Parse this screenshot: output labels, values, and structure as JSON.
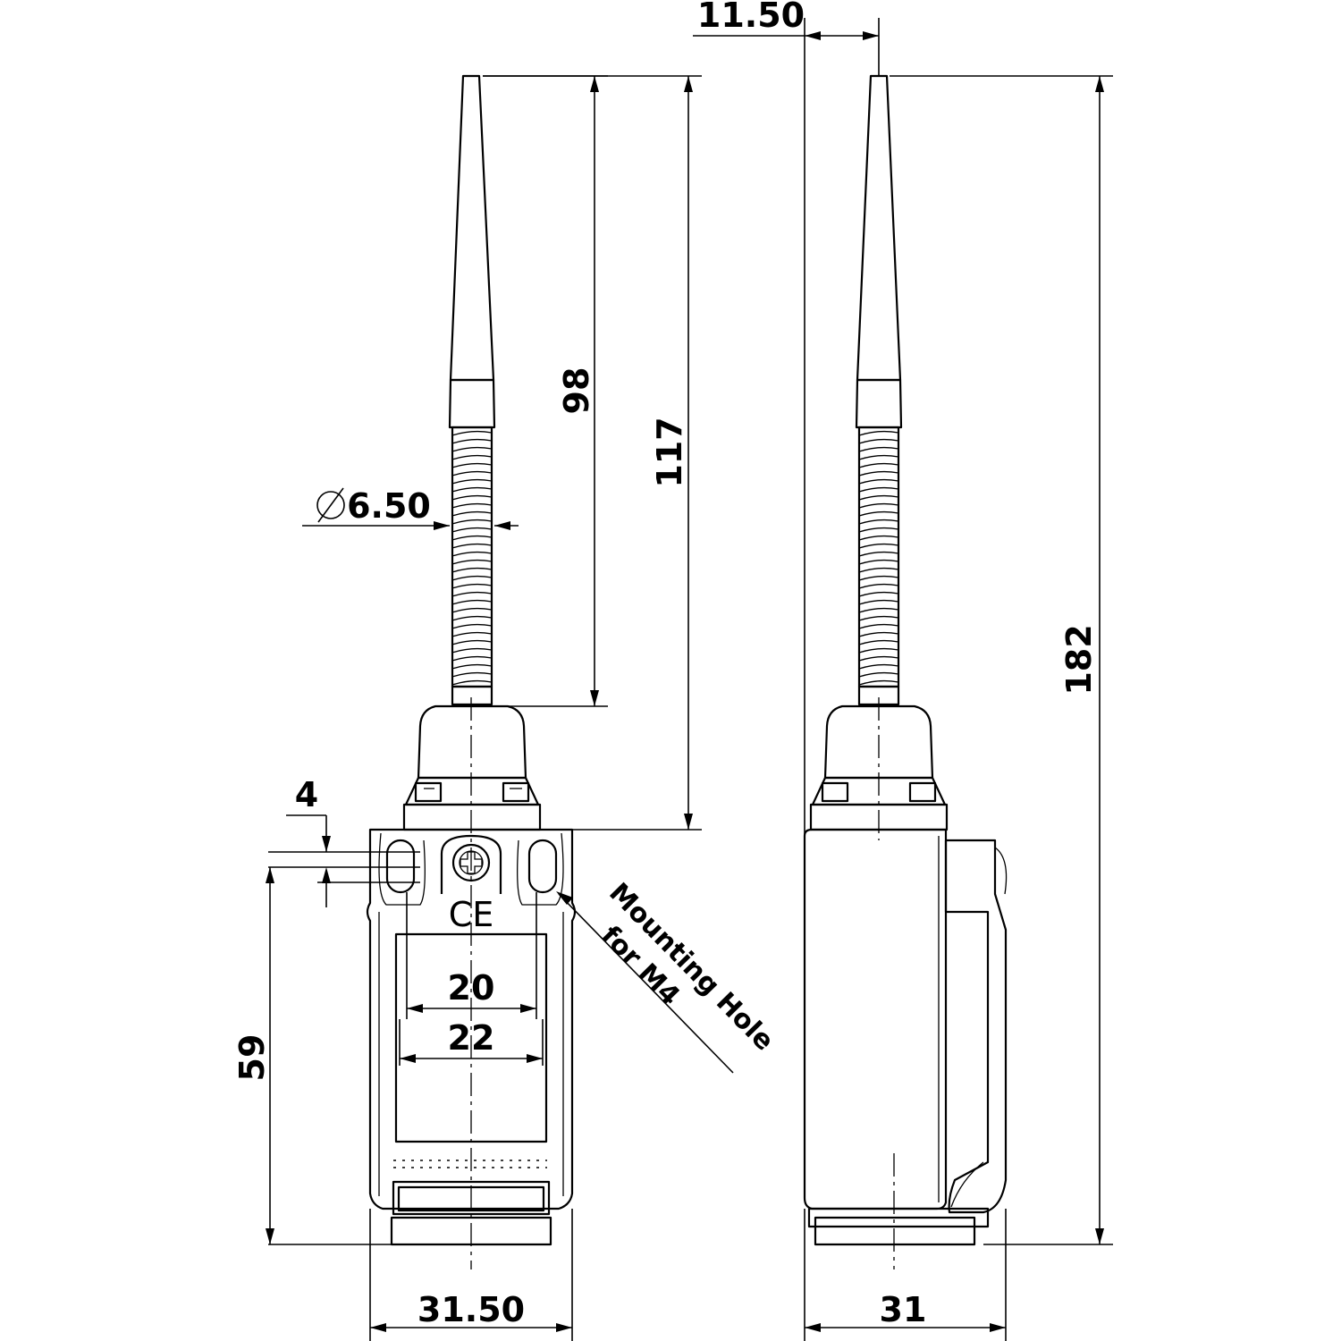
{
  "drawing": {
    "dimensions": {
      "offset_top": "11.50",
      "rod_length": "98",
      "actuator_height": "117",
      "overall_height": "182",
      "rod_diameter": "6.50",
      "hole_spacing": "4",
      "hole_height": "59",
      "inner_width": "20",
      "outer_width": "22",
      "front_width": "31.50",
      "side_width": "31"
    },
    "callout": {
      "line1": "Mounting Hole",
      "line2": "for M4"
    },
    "marks": {
      "diameter_symbol": "⌀",
      "ce_mark": "CE"
    }
  }
}
